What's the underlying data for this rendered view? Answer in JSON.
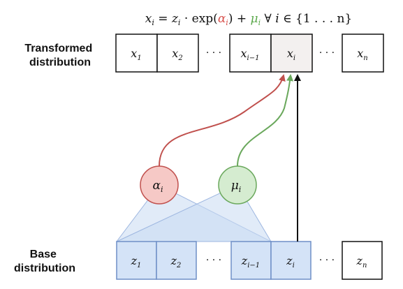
{
  "colors": {
    "alpha": "#d9534f",
    "mu": "#5aa84a",
    "highlight_fill": "#f3f0ef",
    "base_fill": "#d4e3f7",
    "base_stroke": "#6f8fc7",
    "alpha_fill": "#f6c9c6",
    "alpha_stroke": "#c0504d",
    "mu_fill": "#d5ecd0",
    "mu_stroke": "#6aa85c"
  },
  "equation": {
    "lhs": "x",
    "lhs_sub": "i",
    "eq": " = ",
    "z": "z",
    "z_sub": "i",
    "dot_exp": " · exp(",
    "alpha": "α",
    "alpha_sub": "i",
    "close_plus": ") + ",
    "mu": "μ",
    "mu_sub": "i",
    "forall": "  ∀ ",
    "i_var": "i",
    "set": " ∈ {1 . . . n}"
  },
  "labels": {
    "transformed_line1": "Transformed",
    "transformed_line2": "distribution",
    "base_line1": "Base",
    "base_line2": "distribution"
  },
  "top_row": [
    {
      "var": "x",
      "sub": "1"
    },
    {
      "var": "x",
      "sub": "2"
    },
    {
      "var": "x",
      "sub": "i−1"
    },
    {
      "var": "x",
      "sub": "i"
    },
    {
      "var": "x",
      "sub": "n"
    }
  ],
  "bottom_row": [
    {
      "var": "z",
      "sub": "1"
    },
    {
      "var": "z",
      "sub": "2"
    },
    {
      "var": "z",
      "sub": "i−1"
    },
    {
      "var": "z",
      "sub": "i"
    },
    {
      "var": "z",
      "sub": "n"
    }
  ],
  "ellipsis": "· · ·",
  "alpha_node": {
    "var": "α",
    "sub": "i"
  },
  "mu_node": {
    "var": "μ",
    "sub": "i"
  }
}
